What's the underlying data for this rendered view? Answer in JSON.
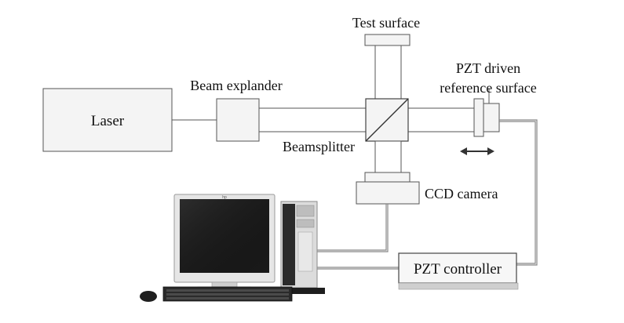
{
  "labels": {
    "laser": "Laser",
    "beam_expander": "Beam explander",
    "test_surface": "Test surface",
    "pzt_line1": "PZT driven",
    "pzt_line2": "reference surface",
    "beamsplitter": "Beamsplitter",
    "ccd_camera": "CCD camera",
    "pzt_controller": "PZT controller"
  },
  "monitor_logo": "hp"
}
